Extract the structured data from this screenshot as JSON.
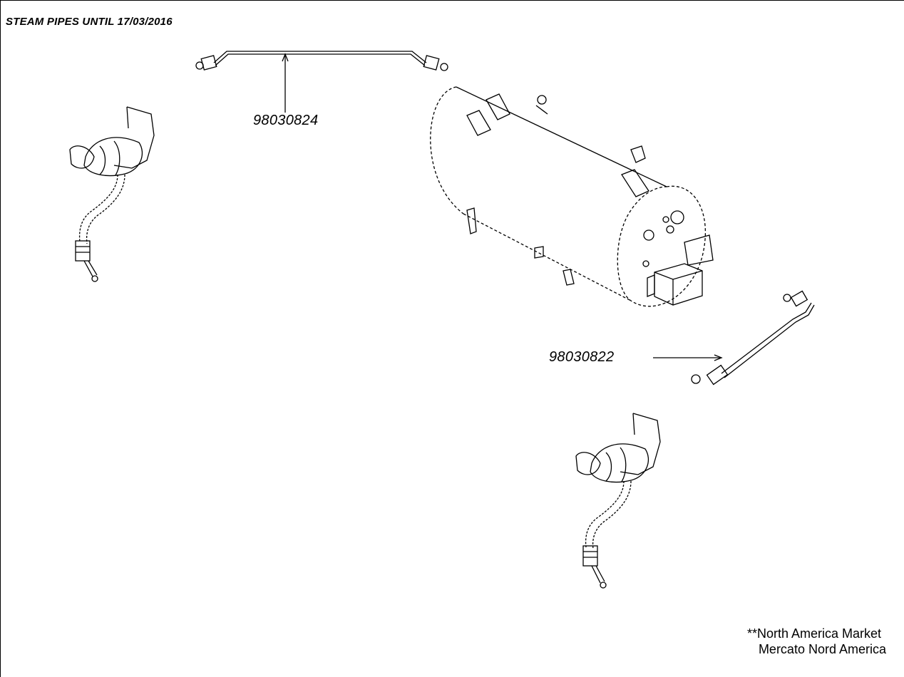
{
  "header": {
    "title": "STEAM PIPES UNTIL 17/03/2016"
  },
  "parts": [
    {
      "part_number": "98030824"
    },
    {
      "part_number": "98030822"
    }
  ],
  "footer": {
    "note_line1": "**North America Market",
    "note_line2": "Mercato Nord America"
  }
}
